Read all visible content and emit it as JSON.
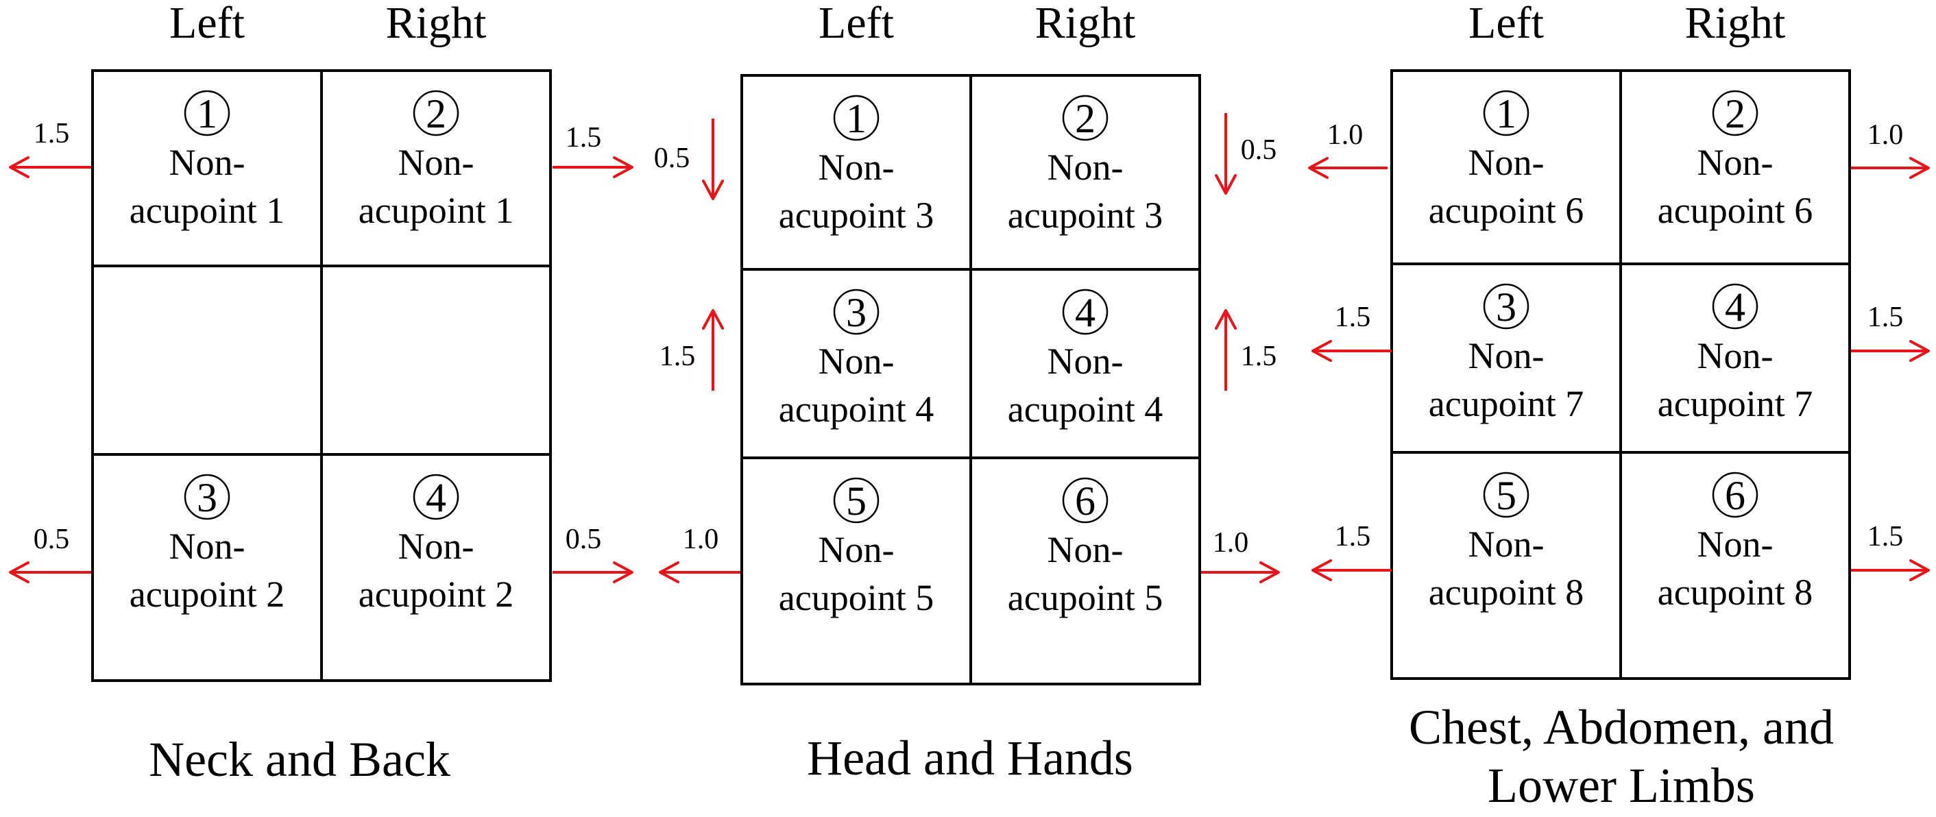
{
  "panels": [
    {
      "id": "neck-back",
      "caption": [
        "Neck and Back"
      ],
      "headers": [
        "Left",
        "Right"
      ],
      "cells": [
        {
          "num": "1",
          "label": [
            "Non-",
            "acupoint 1"
          ]
        },
        {
          "num": "2",
          "label": [
            "Non-",
            "acupoint 1"
          ]
        },
        null,
        null,
        {
          "num": "3",
          "label": [
            "Non-",
            "acupoint 2"
          ]
        },
        {
          "num": "4",
          "label": [
            "Non-",
            "acupoint 2"
          ]
        }
      ],
      "arrows": [
        {
          "dir": "left",
          "value": "1.5"
        },
        {
          "dir": "right",
          "value": "1.5"
        },
        {
          "dir": "left",
          "value": "0.5"
        },
        {
          "dir": "right",
          "value": "0.5"
        }
      ]
    },
    {
      "id": "head-hands",
      "caption": [
        "Head and Hands"
      ],
      "headers": [
        "Left",
        "Right"
      ],
      "cells": [
        {
          "num": "1",
          "label": [
            "Non-",
            "acupoint 3"
          ]
        },
        {
          "num": "2",
          "label": [
            "Non-",
            "acupoint 3"
          ]
        },
        {
          "num": "3",
          "label": [
            "Non-",
            "acupoint 4"
          ]
        },
        {
          "num": "4",
          "label": [
            "Non-",
            "acupoint 4"
          ]
        },
        {
          "num": "5",
          "label": [
            "Non-",
            "acupoint 5"
          ]
        },
        {
          "num": "6",
          "label": [
            "Non-",
            "acupoint 5"
          ]
        }
      ],
      "arrows": [
        {
          "dir": "down",
          "value": "0.5"
        },
        {
          "dir": "down",
          "value": "0.5"
        },
        {
          "dir": "up",
          "value": "1.5"
        },
        {
          "dir": "up",
          "value": "1.5"
        },
        {
          "dir": "left",
          "value": "1.0"
        },
        {
          "dir": "right",
          "value": "1.0"
        }
      ]
    },
    {
      "id": "chest-abdomen-limbs",
      "caption": [
        "Chest, Abdomen, and",
        "Lower Limbs"
      ],
      "headers": [
        "Left",
        "Right"
      ],
      "cells": [
        {
          "num": "1",
          "label": [
            "Non-",
            "acupoint 6"
          ]
        },
        {
          "num": "2",
          "label": [
            "Non-",
            "acupoint 6"
          ]
        },
        {
          "num": "3",
          "label": [
            "Non-",
            "acupoint 7"
          ]
        },
        {
          "num": "4",
          "label": [
            "Non-",
            "acupoint 7"
          ]
        },
        {
          "num": "5",
          "label": [
            "Non-",
            "acupoint 8"
          ]
        },
        {
          "num": "6",
          "label": [
            "Non-",
            "acupoint 8"
          ]
        }
      ],
      "arrows": [
        {
          "dir": "left",
          "value": "1.0"
        },
        {
          "dir": "right",
          "value": "1.0"
        },
        {
          "dir": "left",
          "value": "1.5"
        },
        {
          "dir": "right",
          "value": "1.5"
        },
        {
          "dir": "left",
          "value": "1.5"
        },
        {
          "dir": "right",
          "value": "1.5"
        }
      ]
    }
  ],
  "colors": {
    "arrow": "#e8141b",
    "line": "#000000"
  }
}
